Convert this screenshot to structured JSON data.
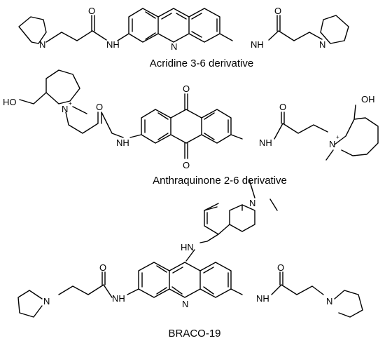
{
  "molecules": [
    {
      "caption": "Acridine 3-6 derivative",
      "atoms": {
        "n_left": "N",
        "nh_left": "NH",
        "n_ring": "N",
        "nh_right": "NH",
        "n_right": "N",
        "o_left": "O",
        "o_right": "O"
      }
    },
    {
      "caption": "Anthraquinone 2-6 derivative",
      "atoms": {
        "oh_left": "HO",
        "n_left": "N",
        "plus_left": "+",
        "o_amide_left": "O",
        "nh_left": "NH",
        "o_top": "O",
        "o_bottom": "O",
        "nh_right": "NH",
        "o_amide_right": "O",
        "n_right": "N",
        "plus_right": "+",
        "oh_right": "OH"
      }
    },
    {
      "caption": "BRACO-19",
      "atoms": {
        "n_dimethyl": "N",
        "nh_top": "HN",
        "n_ring": "N",
        "nh_left": "NH",
        "nh_right": "NH",
        "o_left": "O",
        "o_right": "O",
        "n_left": "N",
        "n_right": "N"
      }
    }
  ]
}
